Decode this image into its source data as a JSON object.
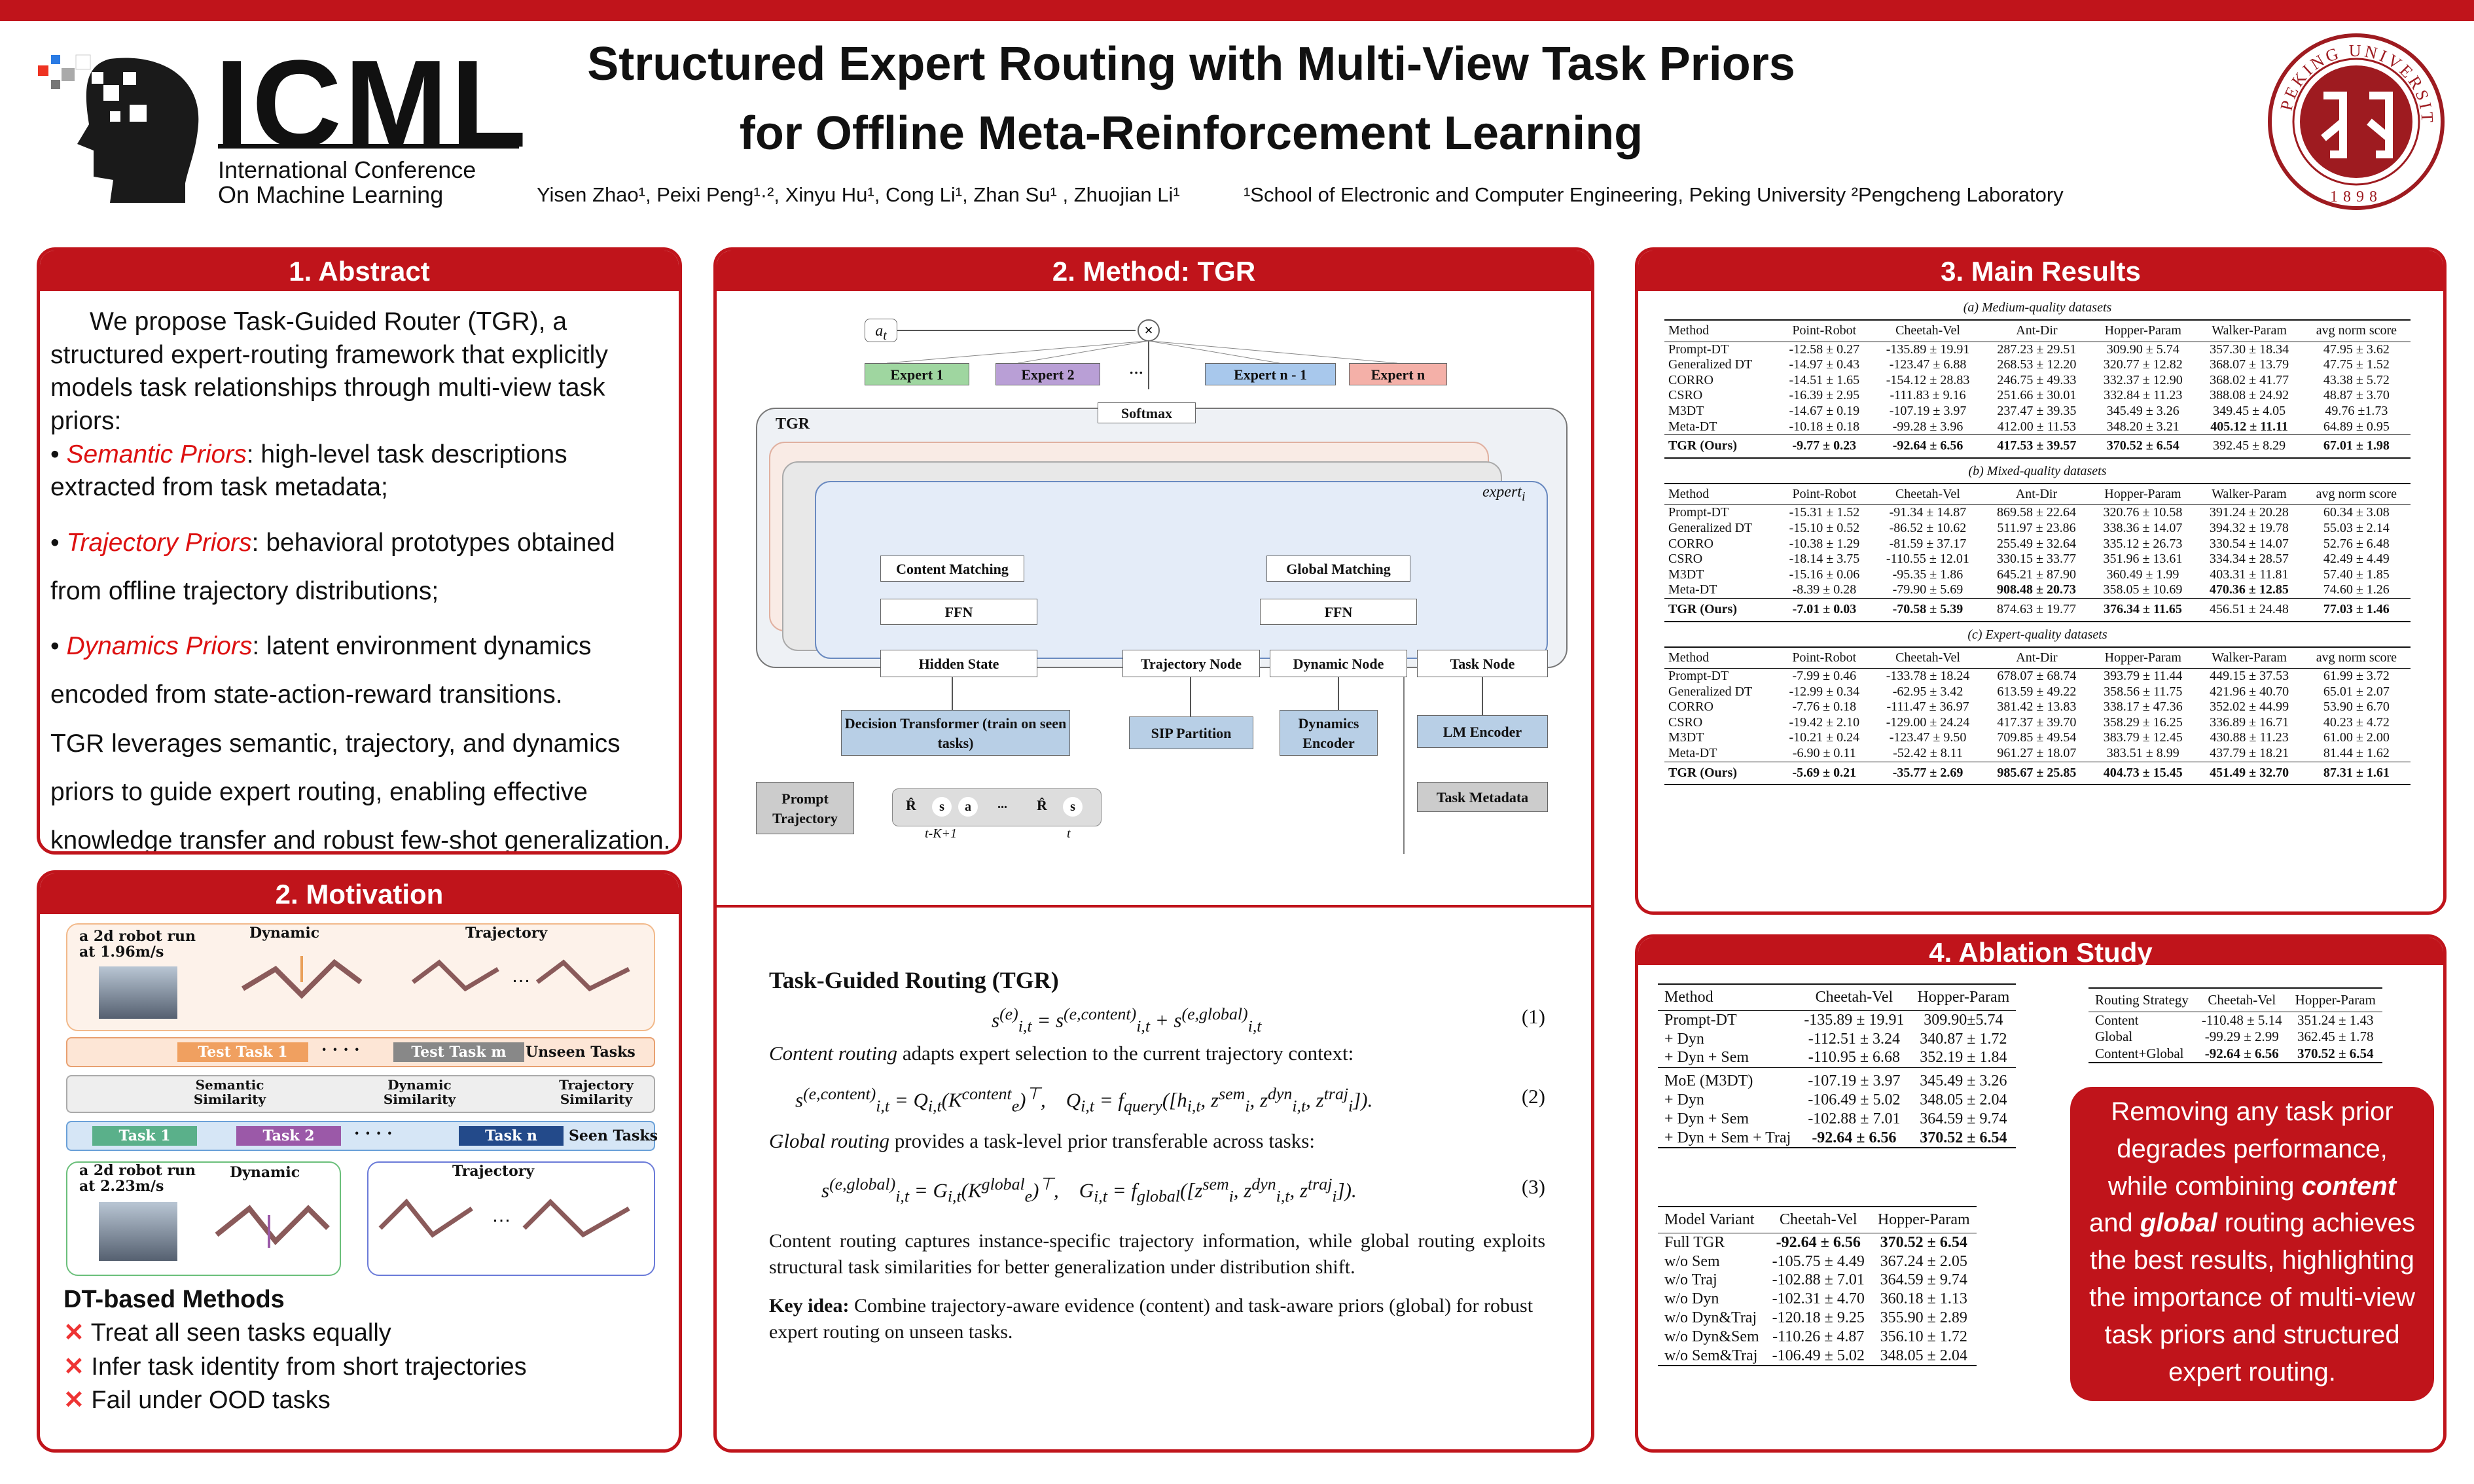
{
  "header": {
    "logo_text": "ICML",
    "logo_sub1": "International Conference",
    "logo_sub2": "On Machine Learning",
    "title_line1": "Structured Expert Routing with Multi-View Task Priors",
    "title_line2": "for Offline Meta-Reinforcement Learning",
    "authors": "Yisen Zhao¹, Peixi Peng¹·², Xinyu Hu¹, Cong Li¹, Zhan Su¹ , Zhuojian Li¹",
    "affiliations": "¹School of Electronic and Computer Engineering, Peking University  ²Pengcheng Laboratory",
    "seal_text": "PEKING UNIVERSITY",
    "seal_year": "1898",
    "colors": {
      "accent": "#c0141b"
    }
  },
  "abstract": {
    "heading": "1. Abstract",
    "intro": "We propose Task-Guided Router (TGR), a structured expert-routing framework that explicitly models task relationships through multi-view task priors:",
    "p1_name": "Semantic Priors",
    "p1_text": ": high-level task descriptions extracted from task metadata;",
    "p2_name": "Trajectory Priors",
    "p2_text": ": behavioral prototypes obtained from offline trajectory distributions;",
    "p3_name": "Dynamics Priors",
    "p3_text": ": latent environment dynamics encoded from state-action-reward transitions.",
    "outro": "TGR leverages semantic, trajectory, and dynamics priors to guide expert routing, enabling effective knowledge transfer and robust few-shot generalization."
  },
  "motivation": {
    "heading": "2. Motivation",
    "robot1": "a 2d robot run at 1.96m/s",
    "robot2": "a 2d robot run at 2.23m/s",
    "dynamic": "Dynamic",
    "trajectory": "Trajectory",
    "test1": "Test Task 1",
    "testm": "Test Task m",
    "unseen": "Unseen Tasks",
    "sem_sim": "Semantic Similarity",
    "dyn_sim": "Dynamic Similarity",
    "traj_sim": "Trajectory Similarity",
    "task1": "Task 1",
    "task2": "Task 2",
    "taskn": "Task n",
    "seen": "Seen Tasks",
    "dots": "· · · ·",
    "dt_heading": "DT-based Methods",
    "items": [
      "Treat all seen tasks equally",
      "Infer task identity from short trajectories",
      "Fail under OOD tasks"
    ]
  },
  "method": {
    "heading": "2. Method: TGR",
    "at": "a",
    "experts": [
      "Expert 1",
      "Expert 2",
      "···",
      "Expert n - 1",
      "Expert n"
    ],
    "softmax": "Softmax",
    "tgr": "TGR",
    "expert_i": "expert",
    "content_matching": "Content Matching",
    "global_matching": "Global Matching",
    "ffn": "FFN",
    "hidden_state": "Hidden State",
    "trajectory_node": "Trajectory Node",
    "dynamic_node": "Dynamic Node",
    "task_node": "Task Node",
    "decision_transformer": "Decision Transformer (train on seen tasks)",
    "sip": "SIP Partition",
    "dyn_encoder": "Dynamics Encoder",
    "lm_encoder": "LM Encoder",
    "prompt_traj": "Prompt Trajectory",
    "task_metadata": "Task Metadata",
    "tok_r": "R̂",
    "tok_s": "s",
    "tok_a": "a",
    "tok_t1": "t-K+1",
    "tok_t2": "t",
    "tok_dots": "...",
    "routing_title": "Task-Guided Routing (TGR)",
    "content_desc": "adapts expert selection to the current trajectory context:",
    "content_label": "Content routing",
    "global_label": "Global routing",
    "global_desc": "provides a task-level prior transferable across tasks:",
    "eq1": "(1)",
    "eq2": "(2)",
    "eq3": "(3)",
    "summary": "Content routing captures instance-specific trajectory information, while global routing exploits structural task similarities for better generalization under distribution shift.",
    "key_label": "Key idea:",
    "key_text": "Combine trajectory-aware evidence (content) and task-aware priors (global) for robust expert routing on unseen tasks."
  },
  "results": {
    "heading": "3. Main Results",
    "columns": [
      "Method",
      "Point-Robot",
      "Cheetah-Vel",
      "Ant-Dir",
      "Hopper-Param",
      "Walker-Param",
      "avg norm score"
    ],
    "tables": [
      {
        "caption": "(a) Medium-quality datasets",
        "rows": [
          [
            "Prompt-DT",
            "-12.58 ± 0.27",
            "-135.89 ± 19.91",
            "287.23 ± 29.51",
            "309.90 ± 5.74",
            "357.30 ± 18.34",
            "47.95 ± 3.62"
          ],
          [
            "Generalized DT",
            "-14.97 ± 0.43",
            "-123.47 ± 6.88",
            "268.53 ± 12.20",
            "320.77 ± 12.82",
            "368.07 ± 13.79",
            "47.75 ± 1.52"
          ],
          [
            "CORRO",
            "-14.51 ± 1.65",
            "-154.12 ± 28.83",
            "246.75 ± 49.33",
            "332.37 ± 12.90",
            "368.02 ± 41.77",
            "43.38 ± 5.72"
          ],
          [
            "CSRO",
            "-16.39 ± 2.95",
            "-111.83 ± 9.16",
            "251.66 ± 30.01",
            "332.84 ± 11.23",
            "388.08 ± 24.92",
            "48.87 ± 3.70"
          ],
          [
            "M3DT",
            "-14.67 ± 0.19",
            "-107.19 ± 3.97",
            "237.47 ± 39.35",
            "345.49 ± 3.26",
            "349.45 ± 4.05",
            "49.76 ±1.73"
          ],
          [
            "Meta-DT",
            "-10.18 ± 0.18",
            "-99.28 ± 3.96",
            "412.00 ± 11.53",
            "348.20 ± 3.21",
            "405.12 ± 11.11",
            "64.89 ± 0.95"
          ]
        ],
        "ours": [
          "TGR (Ours)",
          "-9.77 ± 0.23",
          "-92.64 ± 6.56",
          "417.53 ± 39.57",
          "370.52 ± 6.54",
          "392.45 ± 8.29",
          "67.01 ± 1.98"
        ]
      },
      {
        "caption": "(b) Mixed-quality datasets",
        "rows": [
          [
            "Prompt-DT",
            "-15.31 ± 1.52",
            "-91.34 ± 14.87",
            "869.58 ± 22.64",
            "320.76 ± 10.58",
            "391.24 ± 20.28",
            "60.34 ± 3.08"
          ],
          [
            "Generalized DT",
            "-15.10 ± 0.52",
            "-86.52 ± 10.62",
            "511.97 ± 23.86",
            "338.36 ± 14.07",
            "394.32 ± 19.78",
            "55.03 ± 2.14"
          ],
          [
            "CORRO",
            "-10.38 ± 1.29",
            "-81.59 ± 37.17",
            "255.49 ± 32.64",
            "335.12 ± 26.73",
            "330.54 ± 14.07",
            "52.76 ± 6.48"
          ],
          [
            "CSRO",
            "-18.14 ± 3.75",
            "-110.55 ± 12.01",
            "330.15 ± 33.77",
            "351.96 ± 13.61",
            "334.34 ± 28.57",
            "42.49 ± 4.49"
          ],
          [
            "M3DT",
            "-15.16 ± 0.06",
            "-95.35 ± 1.86",
            "645.21 ± 87.90",
            "360.49 ± 1.99",
            "403.31 ± 11.81",
            "57.40 ± 1.85"
          ],
          [
            "Meta-DT",
            "-8.39 ± 0.28",
            "-79.90 ± 5.69",
            "908.48 ± 20.73",
            "358.05 ± 10.69",
            "470.36 ± 12.85",
            "74.60 ± 1.26"
          ]
        ],
        "ours": [
          "TGR (Ours)",
          "-7.01 ± 0.03",
          "-70.58 ± 5.39",
          "874.63 ± 19.77",
          "376.34 ± 11.65",
          "456.51 ± 24.48",
          "77.03 ± 1.46"
        ]
      },
      {
        "caption": "(c) Expert-quality datasets",
        "rows": [
          [
            "Prompt-DT",
            "-7.99 ± 0.46",
            "-133.78 ± 18.24",
            "678.07 ± 68.74",
            "393.79 ± 11.44",
            "449.15 ± 37.53",
            "61.99 ± 3.72"
          ],
          [
            "Generalized DT",
            "-12.99 ± 0.34",
            "-62.95 ± 3.42",
            "613.59 ± 49.22",
            "358.56 ± 11.75",
            "421.96 ± 40.70",
            "65.01 ± 2.07"
          ],
          [
            "CORRO",
            "-7.76 ± 0.18",
            "-111.47 ± 36.97",
            "381.42 ± 13.83",
            "338.17 ± 47.36",
            "352.02 ± 44.99",
            "53.90 ± 6.70"
          ],
          [
            "CSRO",
            "-19.42 ± 2.10",
            "-129.00 ± 24.24",
            "417.37 ± 39.70",
            "358.29 ± 16.25",
            "336.89 ± 16.71",
            "40.23 ± 4.72"
          ],
          [
            "M3DT",
            "-10.21 ± 0.24",
            "-123.47 ± 9.50",
            "709.85 ± 49.54",
            "383.79 ± 12.45",
            "430.88 ± 11.23",
            "61.00 ± 2.00"
          ],
          [
            "Meta-DT",
            "-6.90 ± 0.11",
            "-52.42 ± 8.11",
            "961.27 ± 18.07",
            "383.51 ± 8.99",
            "437.79 ± 18.21",
            "81.44 ± 1.62"
          ]
        ],
        "ours": [
          "TGR (Ours)",
          "-5.69 ± 0.21",
          "-35.77 ± 2.69",
          "985.67 ± 25.85",
          "404.73 ± 15.45",
          "451.49 ± 32.70",
          "87.31 ± 1.61"
        ]
      }
    ]
  },
  "ablation": {
    "heading": "4. Ablation Study",
    "t1_head": [
      "Method",
      "Cheetah-Vel",
      "Hopper-Param"
    ],
    "t1_g1": [
      [
        "Prompt-DT",
        "-135.89 ± 19.91",
        "309.90±5.74"
      ],
      [
        "+ Dyn",
        "-112.51 ± 3.24",
        "340.87 ± 1.72"
      ],
      [
        "+ Dyn + Sem",
        "-110.95 ± 6.68",
        "352.19 ± 1.84"
      ]
    ],
    "t1_g2": [
      [
        "MoE (M3DT)",
        "-107.19 ± 3.97",
        "345.49 ± 3.26"
      ],
      [
        "+ Dyn",
        "-106.49 ± 5.02",
        "348.05 ± 2.04"
      ],
      [
        "+ Dyn + Sem",
        "-102.88 ± 7.01",
        "364.59 ± 9.74"
      ],
      [
        "+ Dyn + Sem + Traj",
        "-92.64 ± 6.56",
        "370.52 ± 6.54"
      ]
    ],
    "t2_head": [
      "Routing Strategy",
      "Cheetah-Vel",
      "Hopper-Param"
    ],
    "t2_rows": [
      [
        "Content",
        "-110.48 ± 5.14",
        "351.24 ± 1.43"
      ],
      [
        "Global",
        "-99.29 ± 2.99",
        "362.45 ± 1.78"
      ],
      [
        "Content+Global",
        "-92.64 ± 6.56",
        "370.52 ± 6.54"
      ]
    ],
    "t3_head": [
      "Model Variant",
      "Cheetah-Vel",
      "Hopper-Param"
    ],
    "t3_rows": [
      [
        "Full TGR",
        "-92.64 ± 6.56",
        "370.52 ± 6.54"
      ],
      [
        "w/o Sem",
        "-105.75 ± 4.49",
        "367.24 ± 2.05"
      ],
      [
        "w/o Traj",
        "-102.88 ± 7.01",
        "364.59 ± 9.74"
      ],
      [
        "w/o Dyn",
        "-102.31 ± 4.70",
        "360.18 ± 1.13"
      ],
      [
        "w/o Dyn&Traj",
        "-120.18 ± 9.25",
        "355.90 ± 2.89"
      ],
      [
        "w/o Dyn&Sem",
        "-110.26 ± 4.87",
        "356.10 ± 1.72"
      ],
      [
        "w/o Sem&Traj",
        "-106.49 ± 5.02",
        "348.05 ± 2.04"
      ]
    ],
    "note_a": "Removing any task prior degrades performance, while combining",
    "note_content": "content",
    "note_and": "and",
    "note_global": "global",
    "note_b": "routing achieves the best results, highlighting the importance of multi-view task priors and structured expert routing."
  }
}
